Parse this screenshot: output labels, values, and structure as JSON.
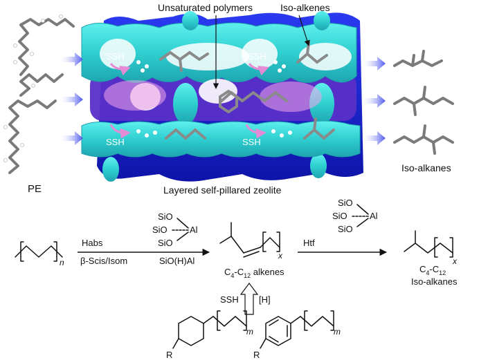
{
  "top_panel": {
    "label_unsaturated": "Unsaturated polymers",
    "label_isoalkenes": "Iso-alkenes",
    "label_pe": "PE",
    "label_zeolite": "Layered self-pillared zeolite",
    "label_isoalkanes": "Iso-alkanes",
    "ssh_labels": [
      "SSH",
      "SSH",
      "SSH",
      "SSH"
    ]
  },
  "scheme": {
    "polymer_subscript": "n",
    "arrow1_above": "Habs",
    "arrow1_below": "β-Scis/Isom",
    "arrow1_below_right": "SiO(H)Al",
    "site1": {
      "siO_1": "SiO",
      "siO_2": "SiO",
      "siO_3": "SiO",
      "al": "Al"
    },
    "product1_c_start": "C",
    "product1_sub1": "4",
    "product1_dash": "-C",
    "product1_sub2": "12",
    "product1_suffix": " alkenes",
    "product1_subscript": "x",
    "arrow2_above": "Htf",
    "site2": {
      "siO_1": "SiO",
      "siO_2": "SiO",
      "siO_3": "SiO",
      "al": "Al"
    },
    "product2_c_start": "C",
    "product2_sub1": "4",
    "product2_dash": "-C",
    "product2_sub2": "12",
    "product2_name": "Iso-alkanes",
    "product2_subscript": "x",
    "up_arrow_left": "SSH",
    "up_arrow_right": "[H]",
    "cyclo_subscript": "m",
    "cyclo_R": "R",
    "arom_subscript": "m",
    "arom_R": "R"
  },
  "colors": {
    "framework": "#36d6d4",
    "framework_dark": "#1a28d8",
    "channel_purple": "#5a2fc8",
    "ssh_arrow": "#e58bd6",
    "flow_arrow": "#5560f0"
  }
}
